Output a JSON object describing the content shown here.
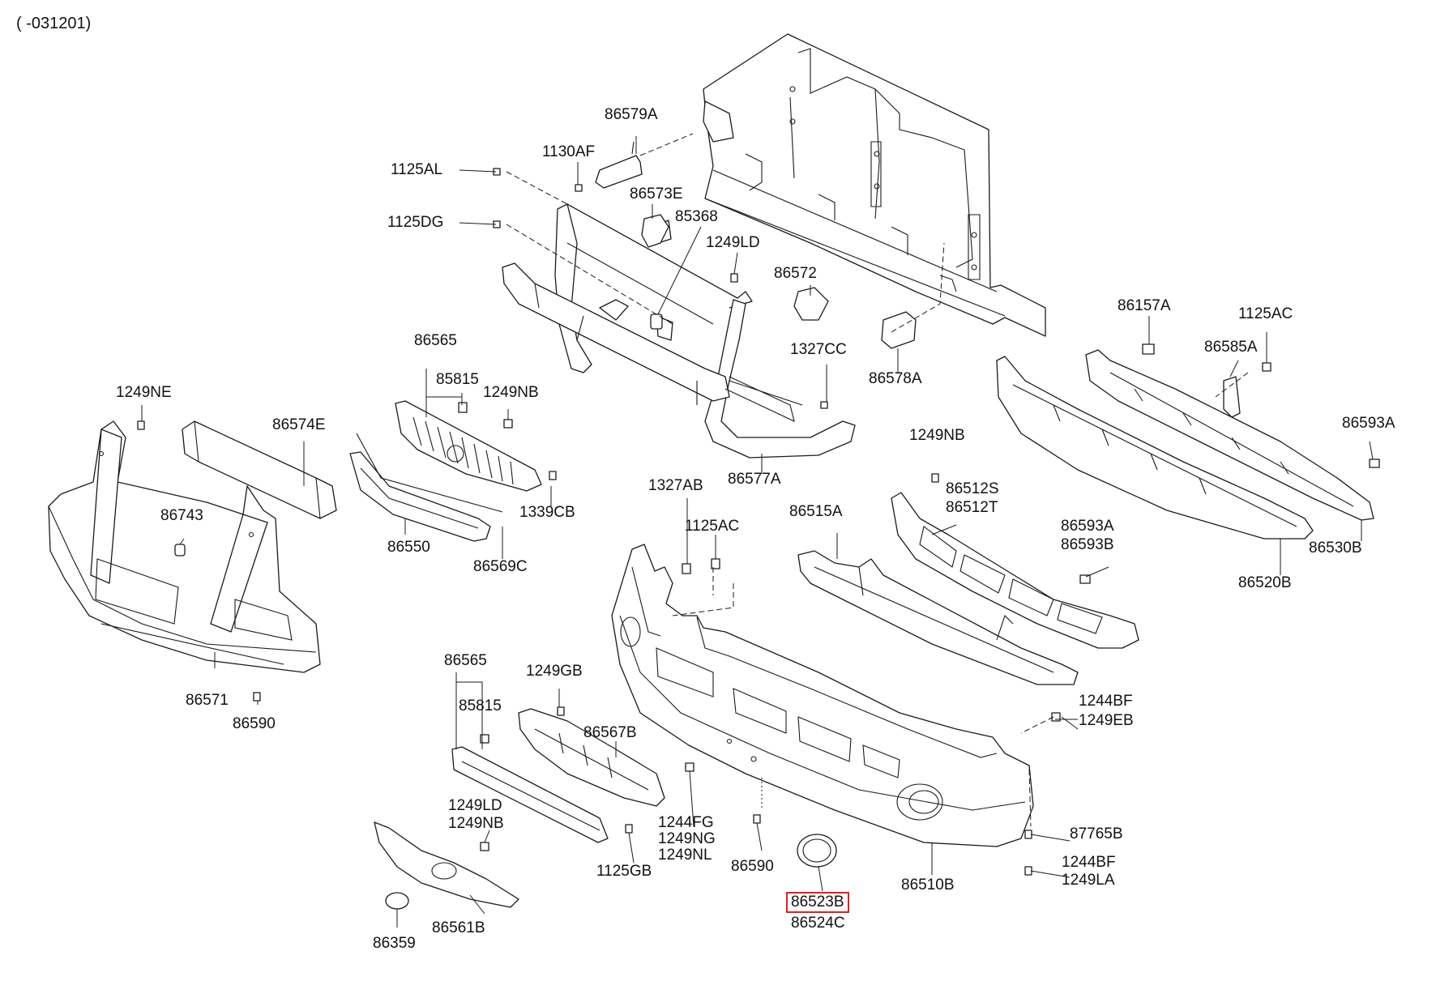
{
  "header": {
    "serial_range": "( -031201)"
  },
  "highlight_color": "#e02020",
  "labels": {
    "p86579A": "86579A",
    "p1130AF": "1130AF",
    "p1125AL": "1125AL",
    "p86573E": "86573E",
    "p85368": "85368",
    "p1125DG": "1125DG",
    "p1249LD_top": "1249LD",
    "p86572": "86572",
    "p86565_top": "86565",
    "p85815_top": "85815",
    "p1249NB_a": "1249NB",
    "p1249NE": "1249NE",
    "p86574E": "86574E",
    "p1327CC": "1327CC",
    "p86578A": "86578A",
    "p86157A": "86157A",
    "p1125AC_right": "1125AC",
    "p86585A": "86585A",
    "p86593A_right": "86593A",
    "p1339CB": "1339CB",
    "p86550": "86550",
    "p86569C": "86569C",
    "p86577A": "86577A",
    "p1249NB_b": "1249NB",
    "p86512S": "86512S",
    "p86512T": "86512T",
    "p1327AB": "1327AB",
    "p1125AC_mid": "1125AC",
    "p86515A": "86515A",
    "p86743": "86743",
    "p86593A_mid": "86593A",
    "p86593B": "86593B",
    "p86530B": "86530B",
    "p86520B": "86520B",
    "p86571": "86571",
    "p86590_left": "86590",
    "p86565_bot": "86565",
    "p1249GB": "1249GB",
    "p85815_bot": "85815",
    "p86567B": "86567B",
    "p1244BF_a": "1244BF",
    "p1249EB": "1249EB",
    "p1249LD_bot": "1249LD",
    "p1249NB_c": "1249NB",
    "p1244FG": "1244FG",
    "p1249NG": "1249NG",
    "p1249NL": "1249NL",
    "p87765B": "87765B",
    "p1125GB": "1125GB",
    "p86590_mid": "86590",
    "p1244BF_b": "1244BF",
    "p1249LA": "1249LA",
    "p86510B": "86510B",
    "p86523B": "86523B",
    "p86524C": "86524C",
    "p86561B": "86561B",
    "p86359": "86359"
  }
}
